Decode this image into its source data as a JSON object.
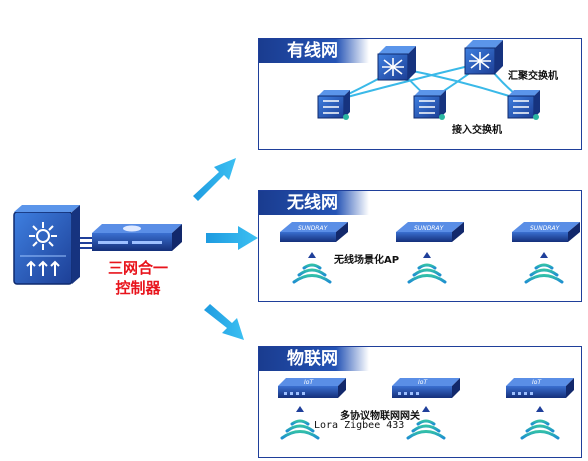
{
  "controller": {
    "line1": "三网合一",
    "line2": "控制器"
  },
  "wired": {
    "title": "有线网",
    "agg_label": "汇聚交换机",
    "access_label": "接入交换机"
  },
  "wireless": {
    "title": "无线网",
    "ap_label": "无线场景化AP",
    "brand": "SUNDRAY"
  },
  "iot": {
    "title": "物联网",
    "gw_label": "多协议物联网网关",
    "protocols": "Lora  Zigbee 433",
    "device_text": "IoT"
  },
  "colors": {
    "navy": "#1f3f9a",
    "cyan": "#25a6e6",
    "teal": "#2bb7a1",
    "red": "#e8141c"
  }
}
